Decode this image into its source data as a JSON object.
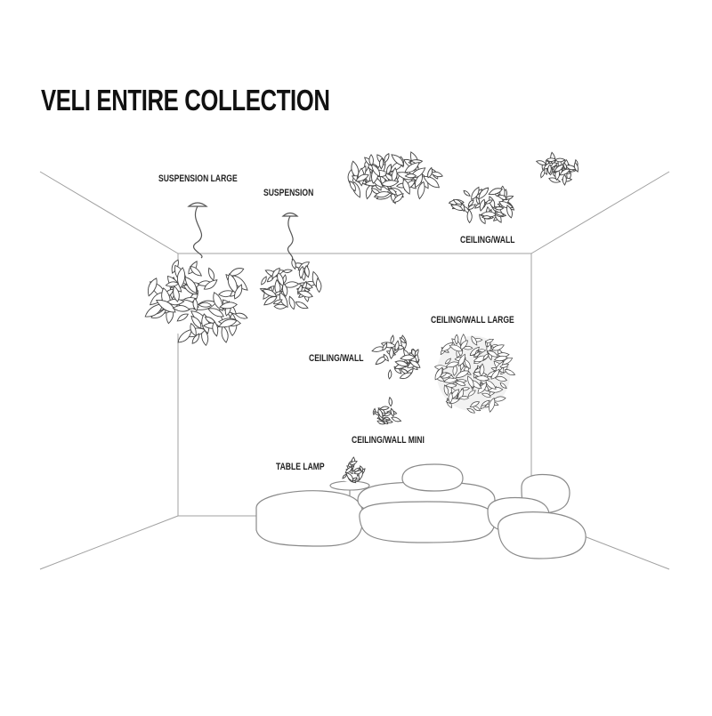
{
  "title": "VELI  ENTIRE COLLECTION",
  "labels": {
    "suspension_large": "SUSPENSION LARGE",
    "suspension": "SUSPENSION",
    "ceiling_wall_top": "CEILING/WALL",
    "ceiling_wall_large": "CEILING/WALL LARGE",
    "ceiling_wall_mid": "CEILING/WALL",
    "ceiling_wall_mini": "CEILING/WALL MINI",
    "table_lamp": "TABLE LAMP"
  },
  "colors": {
    "line": "#555555",
    "room_line": "#9a9a9a",
    "text": "#111111",
    "furniture": "#888888"
  }
}
